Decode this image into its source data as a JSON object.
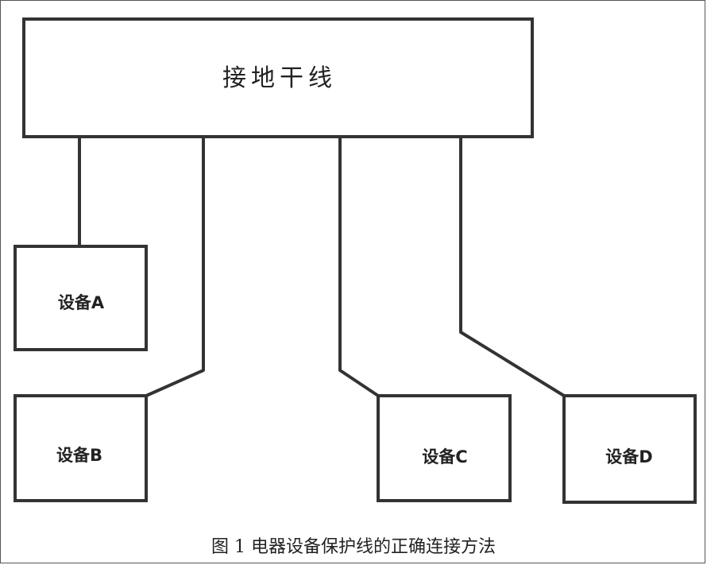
{
  "main_bus": {
    "label": "接地干线"
  },
  "devices": [
    {
      "label": "设备A"
    },
    {
      "label": "设备B"
    },
    {
      "label": "设备C"
    },
    {
      "label": "设备D"
    }
  ],
  "caption": "图 1 电器设备保护线的正确连接方法"
}
